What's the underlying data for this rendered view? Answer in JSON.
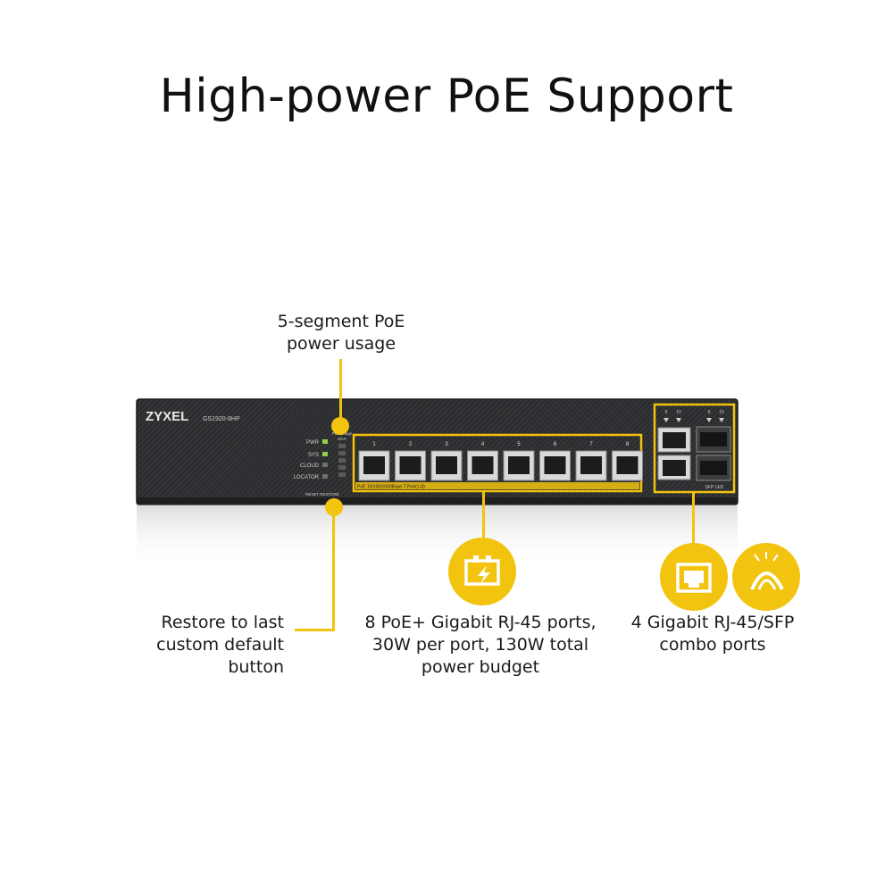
{
  "title": "High-power PoE Support",
  "device": {
    "brand": "ZYXEL",
    "model": "GS1920-8HP",
    "port_numbers": [
      "1",
      "2",
      "3",
      "4",
      "5",
      "6",
      "7",
      "8"
    ],
    "led_labels": [
      "PWR",
      "SYS",
      "CLOUD",
      "LOCATOR"
    ],
    "poe_usage_label": "PoE Usage",
    "poe_usage_max": "MAX",
    "reset_restore_label": "RESET RESTORE",
    "port_strip_label": "PoE 10/100/1000Base-T Port(1-8)",
    "combo_top_labels": [
      "9",
      "10",
      "9",
      "10"
    ],
    "sfp_led_label": "SFP LED"
  },
  "callouts": {
    "poe_segment": [
      "5-segment PoE",
      "power usage"
    ],
    "restore": [
      "Restore to last",
      "custom default",
      "button"
    ],
    "poe_ports": [
      "8 PoE+ Gigabit RJ-45 ports,",
      "30W per port, 130W total",
      "power budget"
    ],
    "combo": [
      "4 Gigabit RJ-45/SFP",
      "combo ports"
    ]
  },
  "colors": {
    "accent": "#f2c30f",
    "chassis": "#2a2b2d",
    "text": "#1a1a1a"
  },
  "icons": [
    "poe-power-icon",
    "ethernet-port-icon",
    "fiber-sfp-icon"
  ]
}
